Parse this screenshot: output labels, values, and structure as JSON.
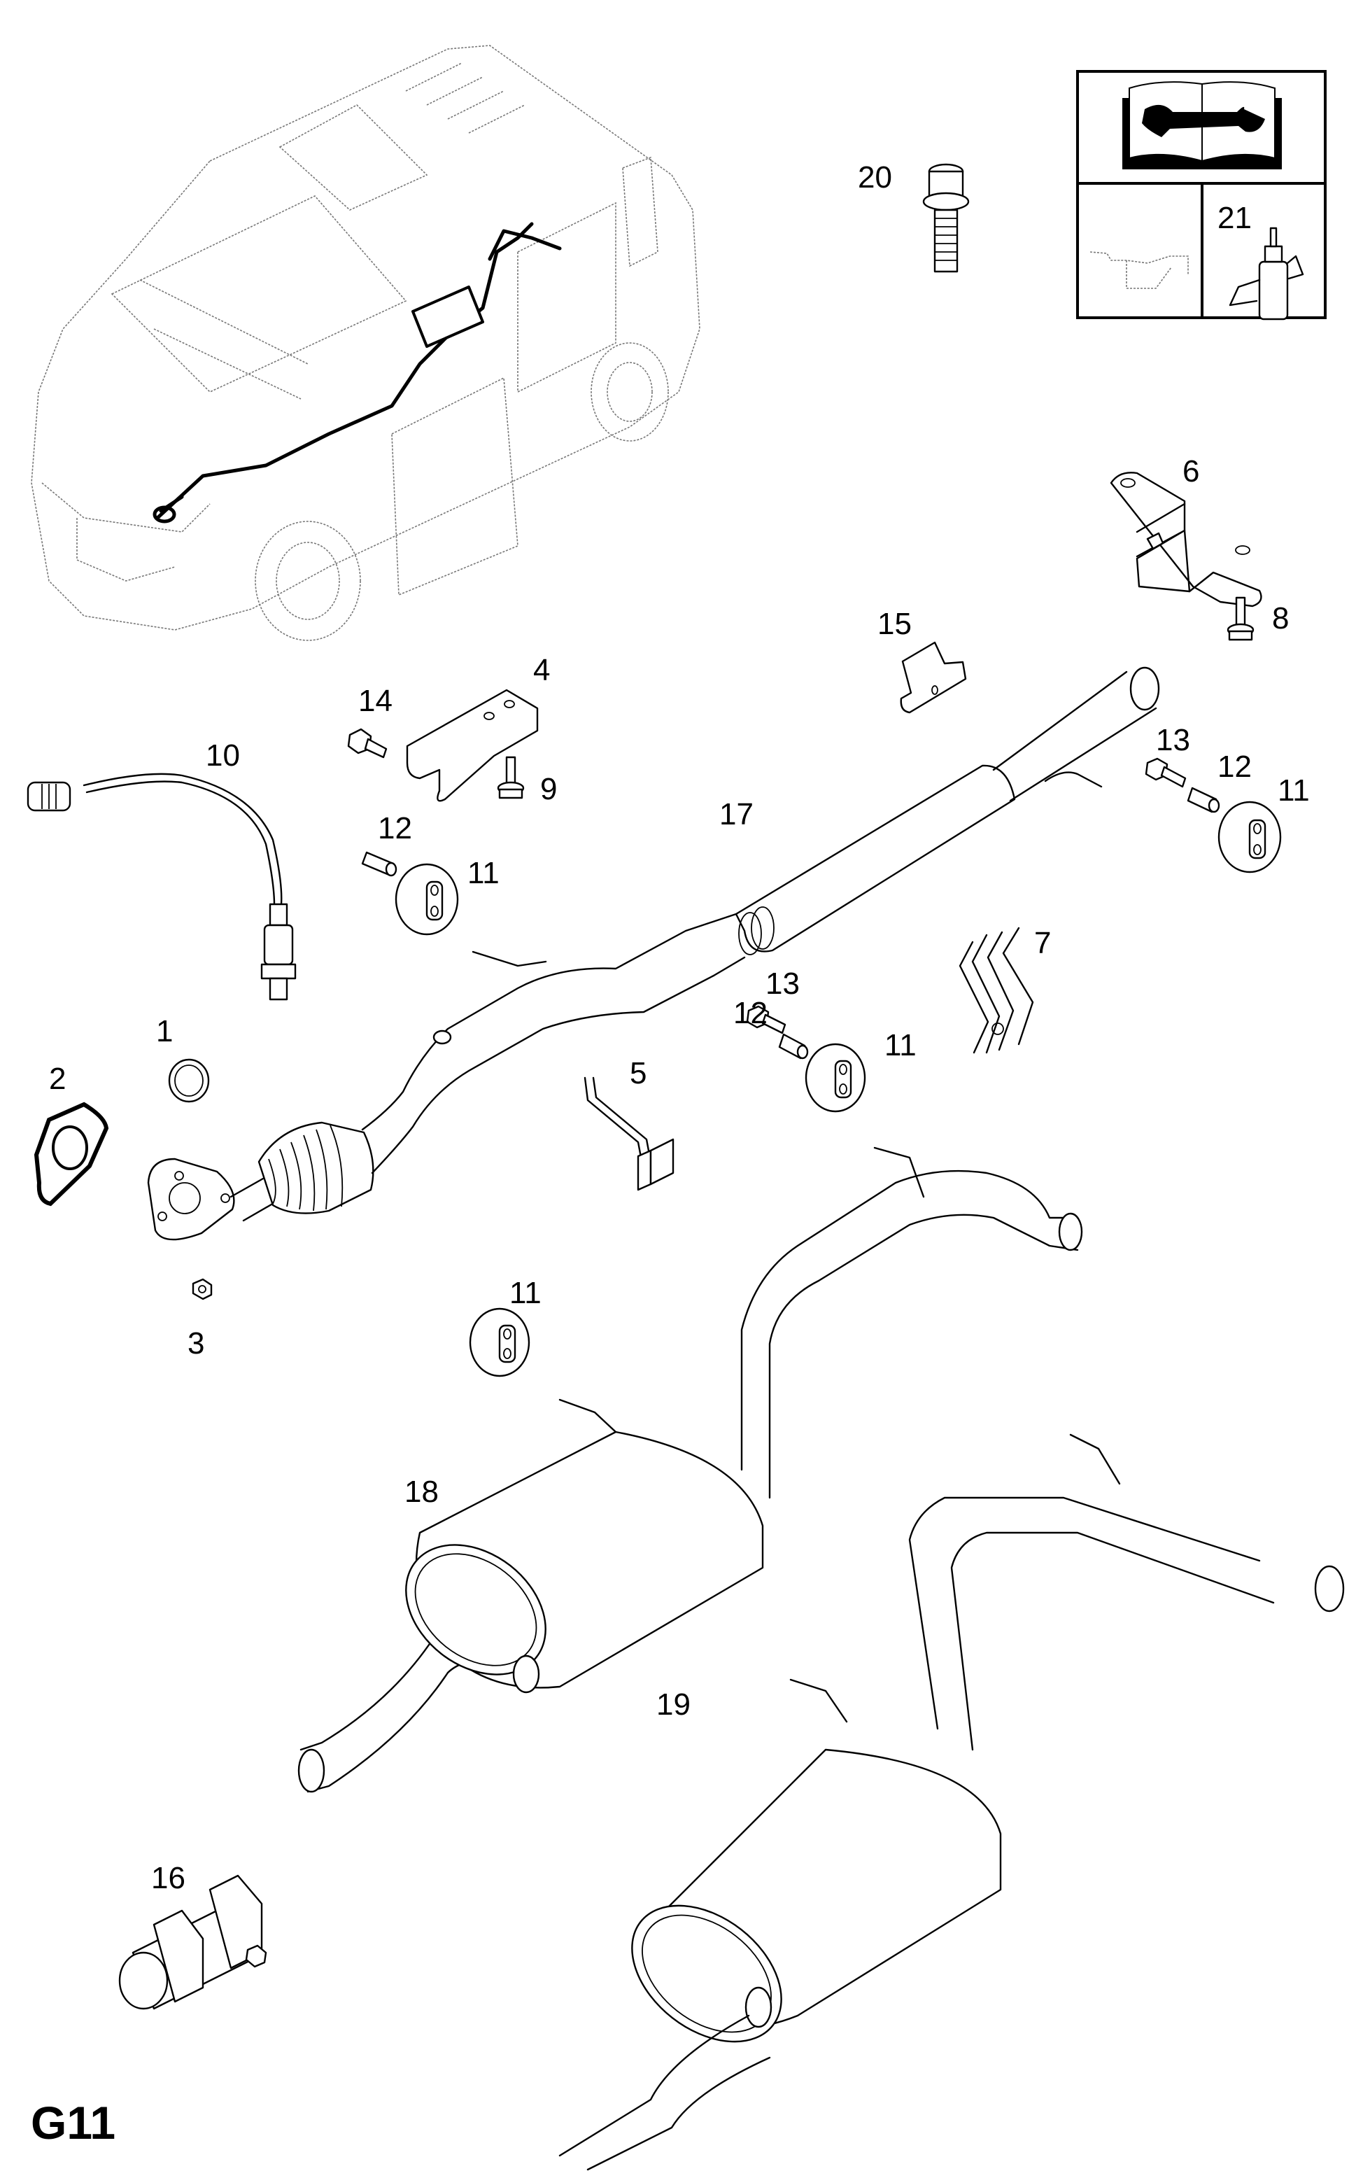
{
  "diagram": {
    "title": "Exhaust system exploded parts diagram",
    "page_code": "G11",
    "style": {
      "line_color": "#000000",
      "background": "#ffffff",
      "overview_line_color": "#777777"
    },
    "overview_illustration": "vehicle-with-exhaust-system-highlighted",
    "info_box": {
      "icons": [
        "service-manual-wrench-icon",
        "oil-can-icon",
        "adhesive-bottle-icon"
      ],
      "callout": "21"
    },
    "parts": [
      {
        "callout": "1",
        "part": "ring-seal"
      },
      {
        "callout": "2",
        "part": "flange-gasket"
      },
      {
        "callout": "3",
        "part": "hex-nut"
      },
      {
        "callout": "4",
        "part": "support-bracket"
      },
      {
        "callout": "5",
        "part": "hanger-bracket"
      },
      {
        "callout": "6",
        "part": "mounting-bracket"
      },
      {
        "callout": "7",
        "part": "hanger-bracket"
      },
      {
        "callout": "8",
        "part": "flange-bolt"
      },
      {
        "callout": "9",
        "part": "flange-bolt"
      },
      {
        "callout": "10",
        "part": "oxygen-sensor"
      },
      {
        "callout": "11",
        "part": "rubber-mount"
      },
      {
        "callout": "11",
        "part": "rubber-mount"
      },
      {
        "callout": "11",
        "part": "rubber-mount"
      },
      {
        "callout": "11",
        "part": "rubber-mount"
      },
      {
        "callout": "12",
        "part": "spacer-sleeve"
      },
      {
        "callout": "12",
        "part": "spacer-sleeve"
      },
      {
        "callout": "12",
        "part": "spacer-sleeve"
      },
      {
        "callout": "13",
        "part": "flange-bolt"
      },
      {
        "callout": "13",
        "part": "flange-bolt"
      },
      {
        "callout": "14",
        "part": "flange-bolt"
      },
      {
        "callout": "15",
        "part": "heat-shield-clip"
      },
      {
        "callout": "16",
        "part": "pipe-clamp"
      },
      {
        "callout": "17",
        "part": "front-pipe-with-catalytic-converter"
      },
      {
        "callout": "18",
        "part": "rear-silencer"
      },
      {
        "callout": "19",
        "part": "rear-silencer-alternative"
      },
      {
        "callout": "20",
        "part": "stud-bolt"
      },
      {
        "callout": "21",
        "part": "thread-locking-adhesive"
      }
    ]
  }
}
